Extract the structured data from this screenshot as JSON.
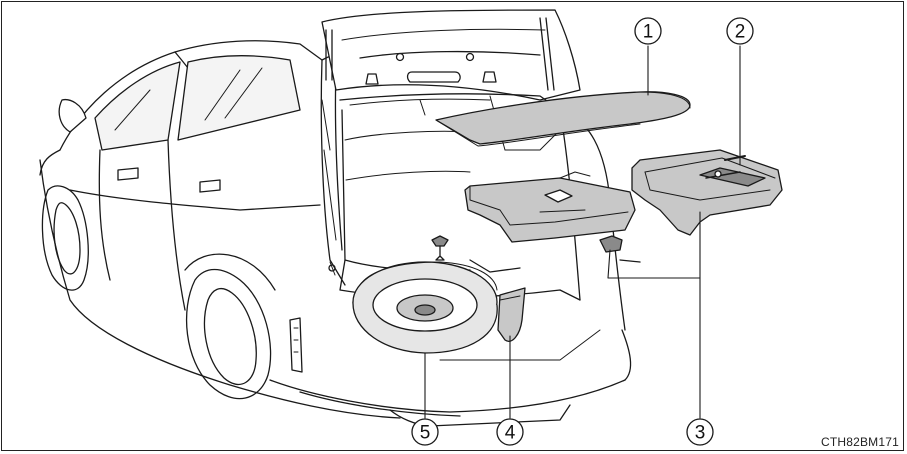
{
  "figure_code": "CTH82BM171",
  "callouts": [
    {
      "id": "1",
      "label": "1"
    },
    {
      "id": "2",
      "label": "2"
    },
    {
      "id": "3",
      "label": "3"
    },
    {
      "id": "4",
      "label": "4"
    },
    {
      "id": "5",
      "label": "5"
    }
  ],
  "colors": {
    "line": "#1a1a1a",
    "shade": "#c8c8c8",
    "dark_shade": "#8a8a8a",
    "light_shade": "#e6e6e6"
  }
}
